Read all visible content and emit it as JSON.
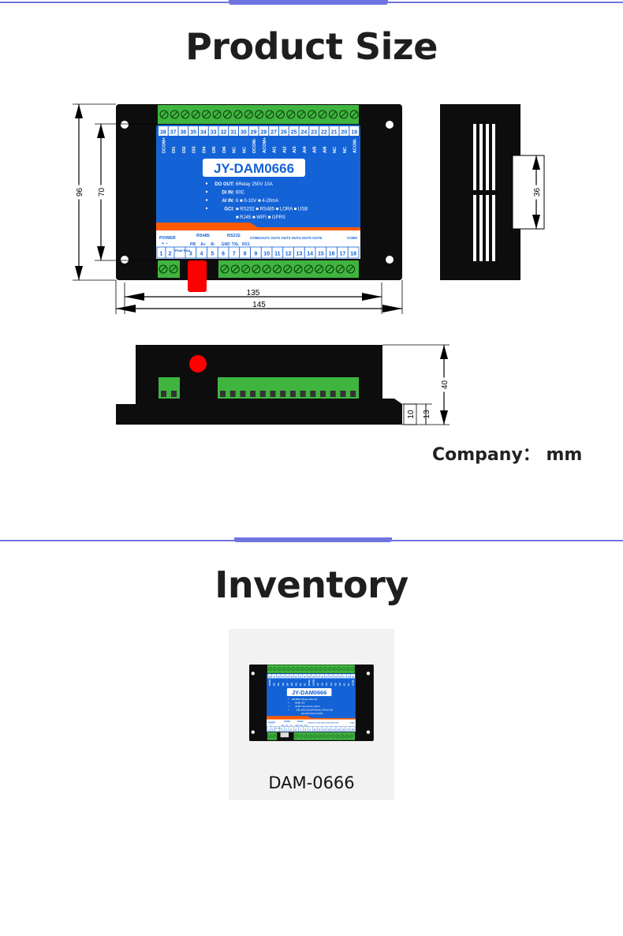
{
  "section1": {
    "title": "Product Size"
  },
  "section2": {
    "title": "Inventory"
  },
  "units_label": "Company： mm",
  "dimensions": {
    "height_total": "96",
    "height_inner": "70",
    "width_inner": "135",
    "width_total": "145",
    "side_depth": "36",
    "side_height": "40",
    "flange_height": "13",
    "flange_small": "10"
  },
  "device": {
    "model": "JY-DAM0666",
    "top_terminals": [
      "38",
      "37",
      "36",
      "35",
      "34",
      "33",
      "32",
      "31",
      "30",
      "29",
      "28",
      "27",
      "26",
      "25",
      "24",
      "23",
      "22",
      "21",
      "20",
      "19"
    ],
    "top_labels": [
      "DCOM+",
      "DI1",
      "DI2",
      "DI3",
      "DI4",
      "DI5",
      "DI6",
      "NC",
      "NC",
      "DCOM-",
      "ACOM+",
      "AI1",
      "AI2",
      "AI3",
      "AI4",
      "AI5",
      "AI6",
      "NC",
      "NC",
      "ACOM-"
    ],
    "specs": [
      {
        "key": "DO OUT:",
        "value": "6Relay 250V 10A"
      },
      {
        "key": "DI IN:",
        "value": "60C"
      },
      {
        "key": "AI IN:",
        "value": "6  ■ 0-10V  ■ 4-20mA"
      },
      {
        "key": "GCI:",
        "value": "■ RS232 ■ RS485 ■ LORA ■ USB"
      },
      {
        "key": "",
        "value": "■ RJ45  ■ WIFI  ■ GPRS"
      }
    ],
    "group_labels": {
      "power": "POWER",
      "power_pm": "+  −",
      "rs485": "RS485",
      "rs232": "RS232",
      "com1": "COM1",
      "outs": [
        "OUT1",
        "OUT2",
        "OUT3",
        "OUT4",
        "OUT5",
        "OUT6"
      ],
      "com2": "COM2"
    },
    "bottom_sub_labels": [
      "PB",
      "A+",
      "B-",
      "GND",
      "TXL",
      "RX1"
    ],
    "pow_run": "Pow Run",
    "bottom_terminals": [
      "1",
      "2",
      "3",
      "4",
      "5",
      "6",
      "7",
      "8",
      "9",
      "10",
      "11",
      "12",
      "13",
      "14",
      "15",
      "16",
      "17",
      "18"
    ],
    "colors": {
      "body": "#0d0d0d",
      "terminal": "#3fb53f",
      "panel": "#1463d6",
      "accent": "#ff5a00",
      "led": "#ff0000"
    }
  },
  "inventory": {
    "item_label": "DAM-0666"
  }
}
